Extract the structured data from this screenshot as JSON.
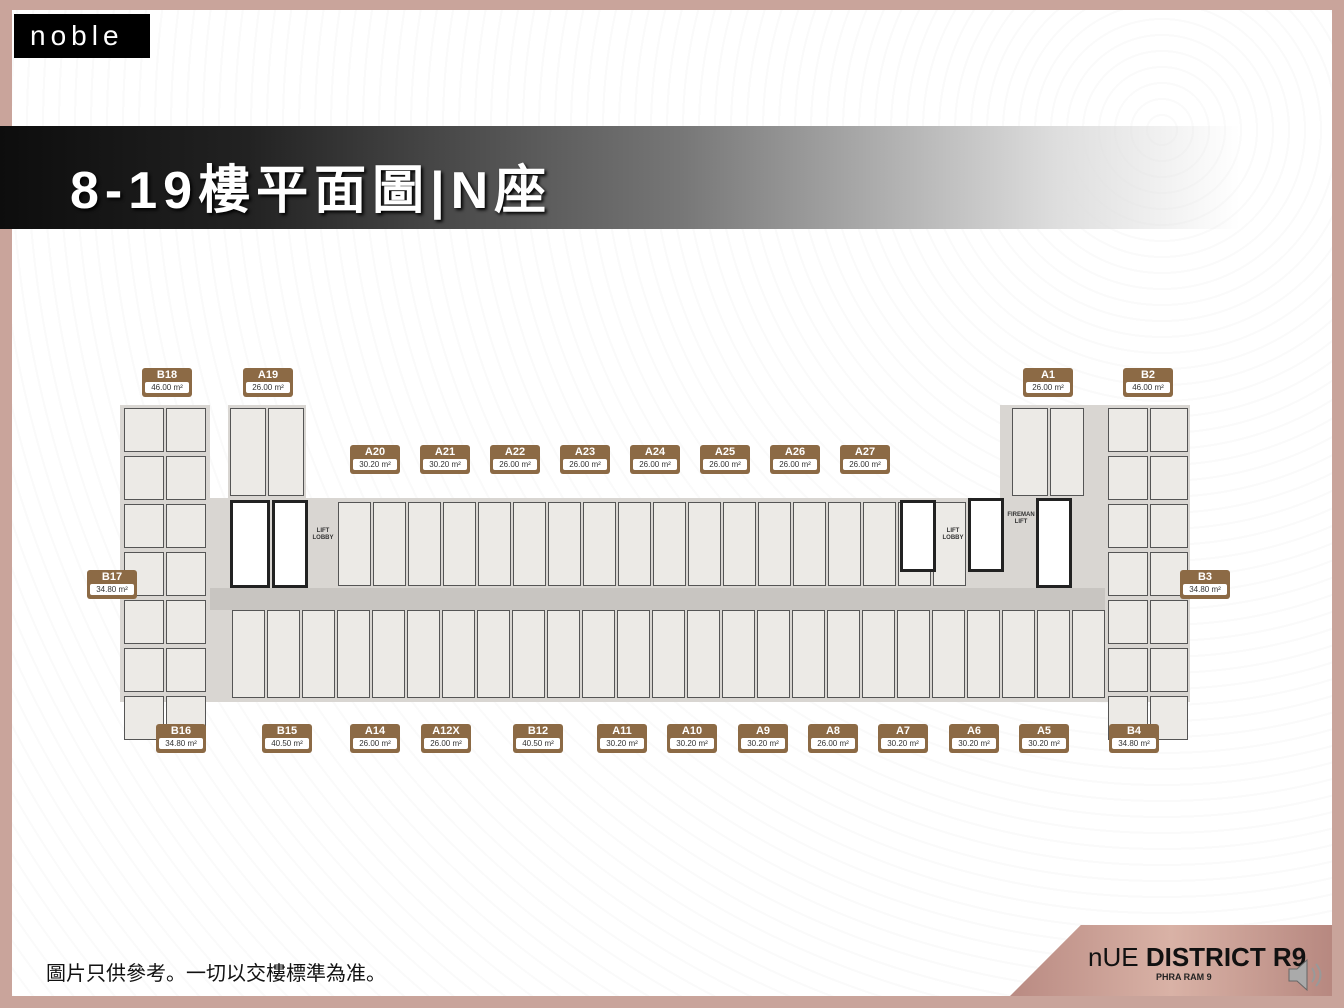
{
  "brand_logo": "noble",
  "title": "8-19樓平面圖|N座",
  "units": [
    {
      "id": "B18",
      "area": "46.00 m²"
    },
    {
      "id": "A19",
      "area": "26.00 m²"
    },
    {
      "id": "A20",
      "area": "30.20 m²"
    },
    {
      "id": "A21",
      "area": "30.20 m²"
    },
    {
      "id": "A22",
      "area": "26.00 m²"
    },
    {
      "id": "A23",
      "area": "26.00 m²"
    },
    {
      "id": "A24",
      "area": "26.00 m²"
    },
    {
      "id": "A25",
      "area": "26.00 m²"
    },
    {
      "id": "A26",
      "area": "26.00 m²"
    },
    {
      "id": "A27",
      "area": "26.00 m²"
    },
    {
      "id": "A1",
      "area": "26.00 m²"
    },
    {
      "id": "B2",
      "area": "46.00 m²"
    },
    {
      "id": "B17",
      "area": "34.80 m²"
    },
    {
      "id": "B3",
      "area": "34.80 m²"
    },
    {
      "id": "B16",
      "area": "34.80 m²"
    },
    {
      "id": "B15",
      "area": "40.50 m²"
    },
    {
      "id": "A14",
      "area": "26.00 m²"
    },
    {
      "id": "A12X",
      "area": "26.00 m²"
    },
    {
      "id": "B12",
      "area": "40.50 m²"
    },
    {
      "id": "A11",
      "area": "30.20 m²"
    },
    {
      "id": "A10",
      "area": "30.20 m²"
    },
    {
      "id": "A9",
      "area": "30.20 m²"
    },
    {
      "id": "A8",
      "area": "26.00 m²"
    },
    {
      "id": "A7",
      "area": "30.20 m²"
    },
    {
      "id": "A6",
      "area": "30.20 m²"
    },
    {
      "id": "A5",
      "area": "30.20 m²"
    },
    {
      "id": "B4",
      "area": "34.80 m²"
    }
  ],
  "plan_labels": {
    "lift_lobby": "LIFT LOBBY",
    "fireman_lift": "FIREMAN LIFT"
  },
  "disclaimer": "圖片只供參考。一切以交樓標準為准。",
  "project_brand": {
    "name_light": "nUE",
    "name_bold": "DISTRICT R9",
    "subtitle": "PHRA RAM 9"
  },
  "colors": {
    "label_bg": "#8c6a45",
    "frame": "#c9a49b"
  }
}
